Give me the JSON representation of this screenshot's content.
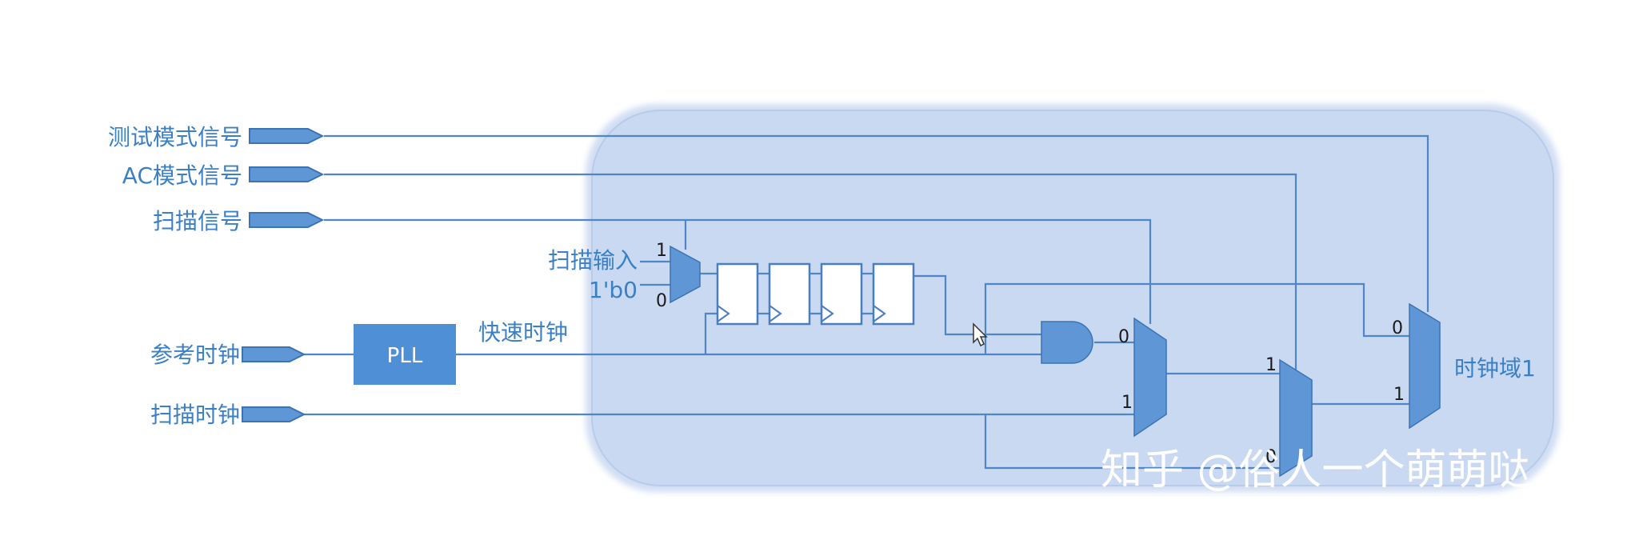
{
  "inputs": {
    "test_mode": "测试模式信号",
    "ac_mode": "AC模式信号",
    "scan_enable": "扫描信号",
    "scan_in": "扫描输入",
    "const_zero": "1'b0",
    "ref_clock": "参考时钟",
    "scan_clock": "扫描时钟"
  },
  "pll": {
    "label": "PLL"
  },
  "fast_clock": "快速时钟",
  "output": "时钟域1",
  "mux_pins": {
    "m1_top": "1",
    "m1_bottom": "0",
    "m2_top": "0",
    "m2_bottom": "1",
    "m3_top": "1",
    "m3_bottom": "0",
    "m4_top": "0",
    "m4_bottom": "1"
  },
  "watermark": "知乎 @俗人一个萌萌哒",
  "colors": {
    "wire": "#4f86c6",
    "label": "#3b7fc4",
    "region_fill": "#c9d9f2"
  }
}
